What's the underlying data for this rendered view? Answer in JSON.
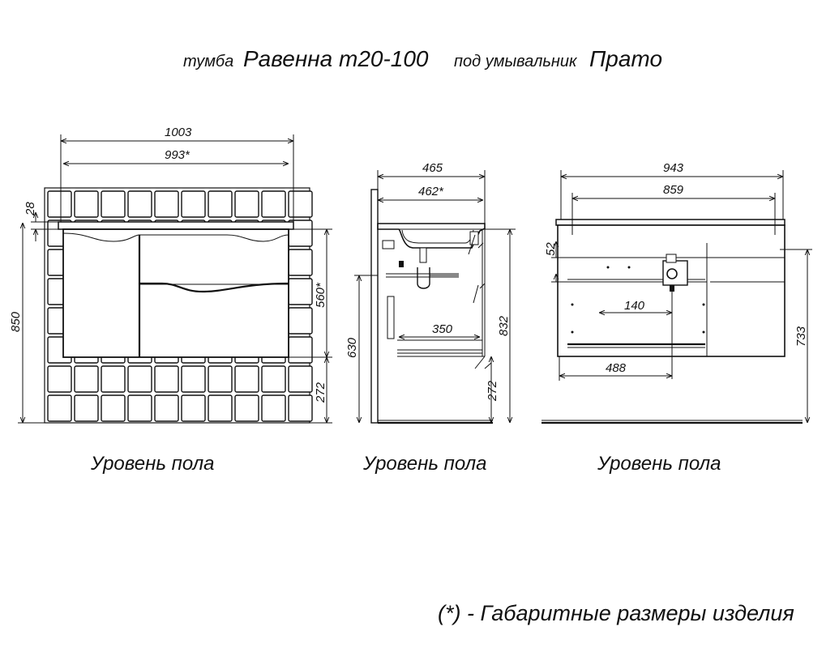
{
  "title": {
    "prefix": "тумба",
    "model": "Равенна т20-100",
    "middle": "под умывальник",
    "basin": "Прато"
  },
  "front_view": {
    "dims": {
      "overall_width": "1003",
      "body_width": "993*",
      "top_thickness": "28",
      "height": "850",
      "body_height": "560*",
      "floor_gap": "272"
    },
    "floor_label": "Уровень пола"
  },
  "side_view": {
    "dims": {
      "overall_depth": "465",
      "body_depth": "462*",
      "mount_height": "630",
      "shelf_depth": "350",
      "top_height": "832",
      "floor_gap": "272"
    },
    "floor_label": "Уровень пола"
  },
  "back_view": {
    "dims": {
      "overall_width": "943",
      "inner_width": "859",
      "top_offset": "52",
      "drain_offset": "140",
      "center_offset": "488",
      "mount_height": "733"
    },
    "floor_label": "Уровень пола"
  },
  "footnote": "(*) - Габаритные размеры изделия"
}
